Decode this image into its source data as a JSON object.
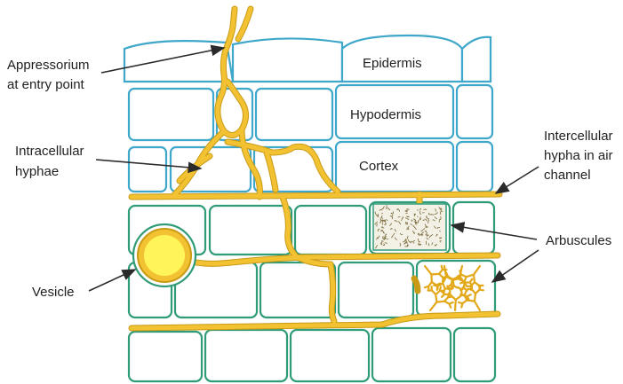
{
  "labels": {
    "appressorium_line1": "Appressorium",
    "appressorium_line2": "at entry point",
    "intracellular_line1": "Intracellular",
    "intracellular_line2": "hyphae",
    "vesicle": "Vesicle",
    "intercellular_line1": "Intercellular",
    "intercellular_line2": "hypha in air",
    "intercellular_line3": "channel",
    "arbuscules": "Arbuscules",
    "epidermis": "Epidermis",
    "hypodermis": "Hypodermis",
    "cortex": "Cortex"
  },
  "colors": {
    "epidermis_outline": "#3fa7c9",
    "cortex_outline": "#2f9b78",
    "hypha": "#f2c232",
    "vesicle": "#fff45a"
  }
}
